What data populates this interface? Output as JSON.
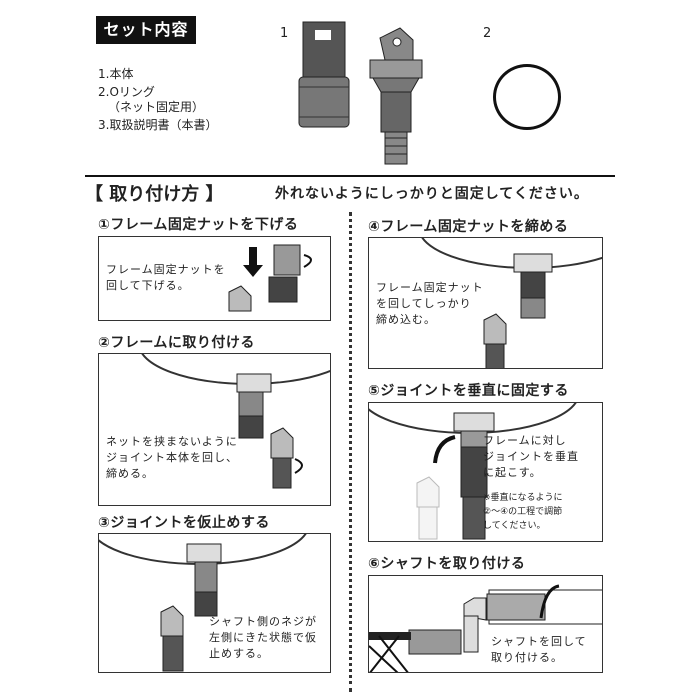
{
  "set_contents": {
    "title": "セット内容",
    "items": [
      "1.本体",
      "2.Oリング",
      "（ネット固定用）",
      "3.取扱説明書（本書）"
    ],
    "figure_labels": [
      "1",
      "2"
    ]
  },
  "install": {
    "title": "【 取り付け方 】",
    "note": "外れないようにしっかりと固定してください。",
    "steps": [
      {
        "heading": "①フレーム固定ナットを下げる",
        "text": "フレーム固定ナットを\n回して下げる。"
      },
      {
        "heading": "②フレームに取り付ける",
        "text": "ネットを挟まないように\nジョイント本体を回し、\n締める。"
      },
      {
        "heading": "③ジョイントを仮止めする",
        "text": "シャフト側のネジが\n左側にきた状態で仮\n止めする。"
      },
      {
        "heading": "④フレーム固定ナットを締める",
        "text": "フレーム固定ナット\nを回してしっかり\n締め込む。"
      },
      {
        "heading": "⑤ジョイントを垂直に固定する",
        "text": "フレームに対し\nジョイントを垂直\nに起こす。",
        "note": "※垂直になるように\n②〜④の工程で調節\nしてください。"
      },
      {
        "heading": "⑥シャフトを取り付ける",
        "text": "シャフトを回して\n取り付ける。"
      }
    ]
  }
}
